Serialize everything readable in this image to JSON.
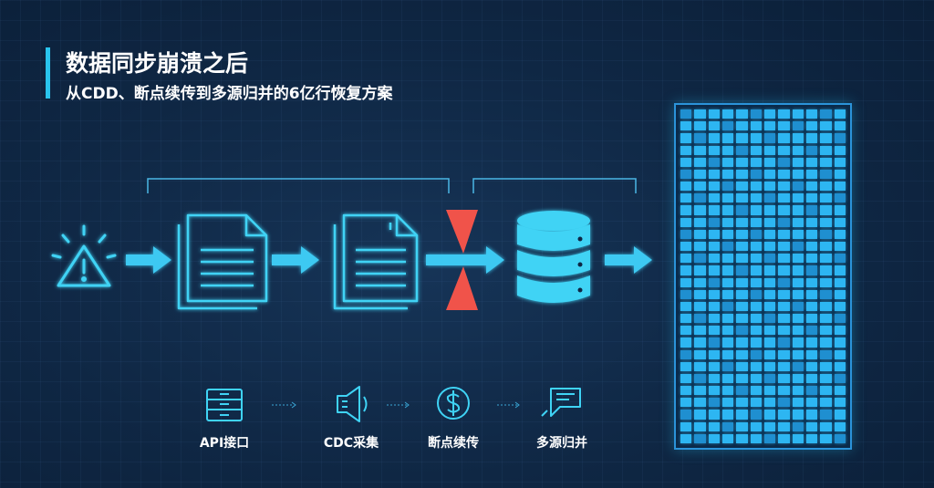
{
  "header": {
    "title": "数据同步崩溃之后",
    "subtitle": "从CDD、断点续传到多源归并的6亿行恢复方案"
  },
  "flow": {
    "steps": [
      {
        "name": "alert-icon"
      },
      {
        "name": "document-icon"
      },
      {
        "name": "document-icon"
      },
      {
        "name": "breakpoint-marker-icon"
      },
      {
        "name": "database-icon"
      },
      {
        "name": "data-matrix"
      }
    ]
  },
  "legend": {
    "items": [
      {
        "icon": "api-drawer-icon",
        "label": "API接口"
      },
      {
        "icon": "cdc-speaker-icon",
        "label": "CDC采集"
      },
      {
        "icon": "resume-dollar-icon",
        "label": "断点续传"
      },
      {
        "icon": "merge-chat-icon",
        "label": "多源归并"
      }
    ]
  },
  "colors": {
    "accent": "#29c4ee",
    "icon_stroke": "#3fd3f5",
    "arrow": "#3cc9f2",
    "break_marker": "#f0534a",
    "matrix_cell": "#2db6f2"
  }
}
